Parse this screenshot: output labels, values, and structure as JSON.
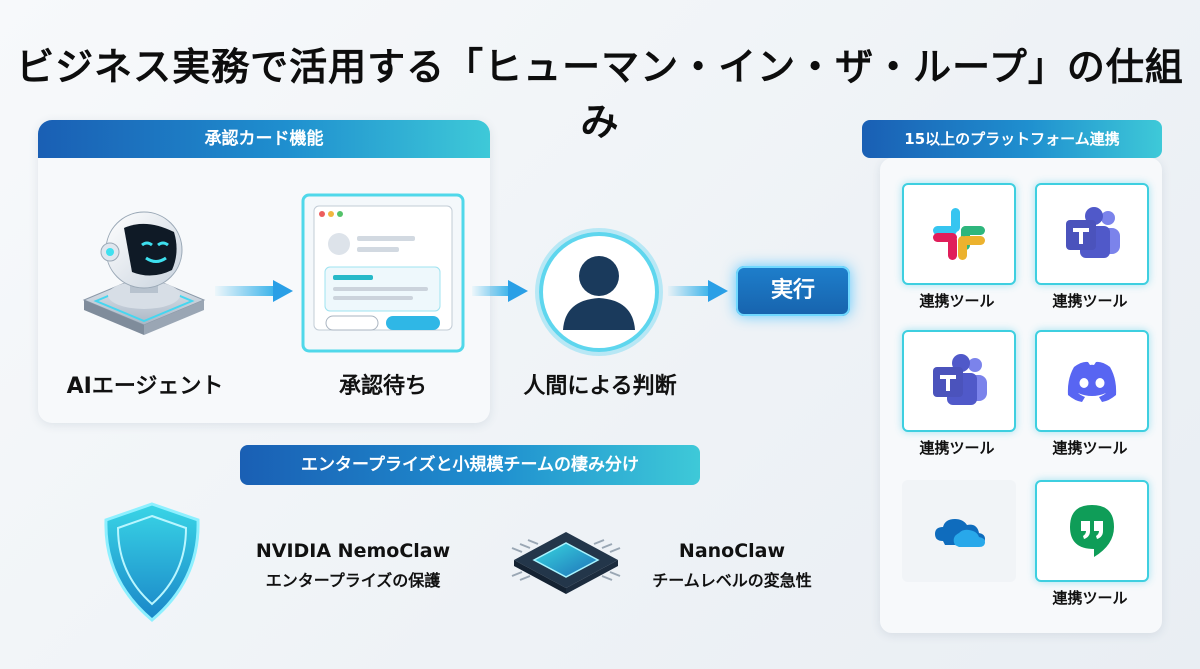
{
  "title": "ビジネス実務で活用する「ヒューマン・イン・ザ・ループ」の仕組み",
  "approval_panel": {
    "header": "承認カード機能",
    "steps": [
      {
        "label": "AIエージェント",
        "icon": "robot-icon"
      },
      {
        "label": "承認待ち",
        "icon": "approval-card-icon"
      },
      {
        "label": "人間による判断",
        "icon": "person-icon"
      }
    ],
    "result": "実行"
  },
  "split_section": {
    "header": "エンタープライズと小規模チームの棲み分け",
    "products": [
      {
        "name": "NVIDIA NemoClaw",
        "desc": "エンタープライズの保護",
        "icon": "shield-icon"
      },
      {
        "name": "NanoClaw",
        "desc": "チームレベルの変急性",
        "icon": "chip-icon"
      }
    ]
  },
  "platforms": {
    "header": "15以上のプラットフォーム連携",
    "tiles": [
      {
        "icon": "slack-icon",
        "label": "連携ツール"
      },
      {
        "icon": "teams-icon",
        "label": "連携ツール"
      },
      {
        "icon": "teams-icon",
        "label": "連携ツール"
      },
      {
        "icon": "discord-icon",
        "label": "連携ツール"
      },
      {
        "icon": "onedrive-icon",
        "label": ""
      },
      {
        "icon": "hangouts-icon",
        "label": "連携ツール"
      }
    ]
  },
  "colors": {
    "accent": "#1f8fcf",
    "cyan": "#3ec9d8",
    "navy": "#1a3a5c"
  }
}
